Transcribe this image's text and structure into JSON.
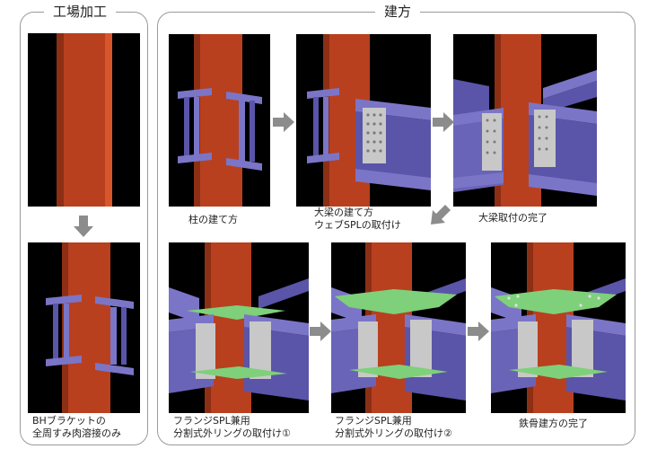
{
  "sections": {
    "factory_title": "工場加工",
    "erection_title": "建方"
  },
  "captions": {
    "c1_line1": "BHブラケットの",
    "c1_line2": "全周すみ肉溶接のみ",
    "c2": "柱の建て方",
    "c3_line1": "大梁の建て方",
    "c3_line2": "ウェブSPLの取付け",
    "c4": "大梁取付の完了",
    "c5_line1": "フランジSPL兼用",
    "c5_line2": "分割式外リングの取付け①",
    "c6_line1": "フランジSPL兼用",
    "c6_line2": "分割式外リングの取付け②",
    "c7": "鉄骨建方の完了"
  },
  "colors": {
    "column": "#b8401f",
    "column_shade": "#8c2f14",
    "beam": "#7b75c8",
    "beam_shade": "#5a55a8",
    "plate": "#c8c8c8",
    "ring": "#7fd07a",
    "tile_bg": "#000000",
    "frame": "#9a9a9a",
    "arrow": "#8c8c8c"
  }
}
